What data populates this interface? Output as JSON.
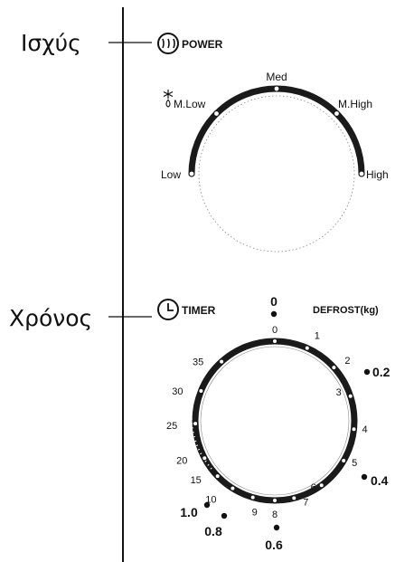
{
  "callouts": {
    "power": "Ισχύς",
    "timer": "Χρόνος"
  },
  "power_dial": {
    "title": "POWER",
    "icon": "power-waves-icon",
    "settings": [
      "Low",
      "M.Low",
      "Med",
      "M.High",
      "High"
    ],
    "defrost_symbol": "snowflake-drop-icon"
  },
  "timer_dial": {
    "title": "TIMER",
    "icon": "clock-icon",
    "minute_marks": [
      "0",
      "1",
      "2",
      "3",
      "4",
      "5",
      "6",
      "7",
      "8",
      "9",
      "10",
      "15",
      "20",
      "25",
      "30",
      "35"
    ],
    "defrost_title": "DEFROST(kg)",
    "defrost_weights": [
      "0",
      "0.2",
      "0.4",
      "0.6",
      "0.8",
      "1.0"
    ]
  }
}
